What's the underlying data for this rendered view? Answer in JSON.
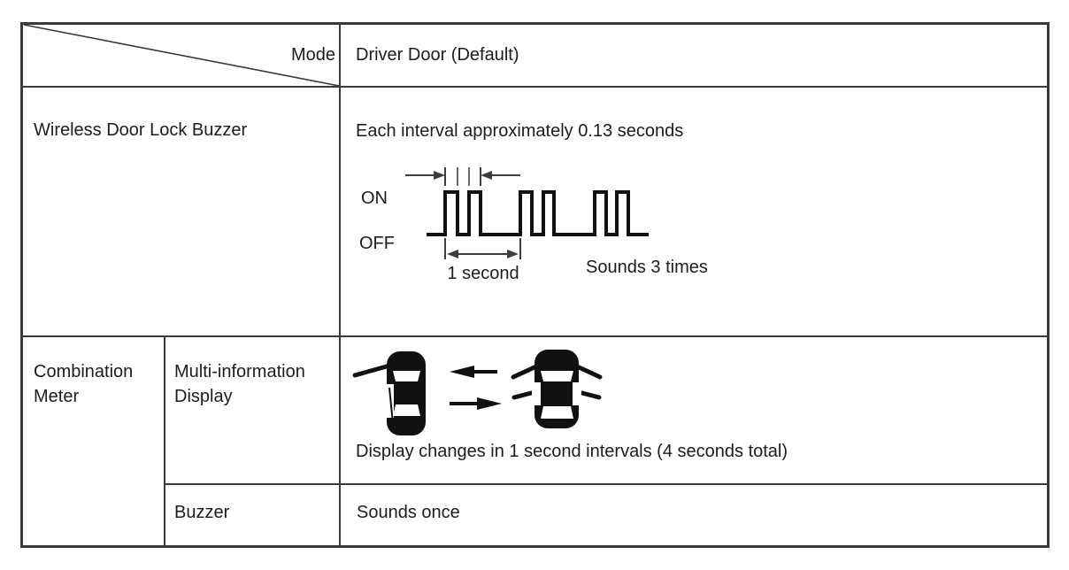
{
  "figure": {
    "header": {
      "mode_label": "Mode",
      "mode_value": "Driver Door (Default)"
    },
    "wireless_buzzer": {
      "row_label": "Wireless Door Lock Buzzer",
      "interval_note": "Each interval approximately 0.13 seconds",
      "on_label": "ON",
      "off_label": "OFF",
      "period_label": "1 second",
      "sounds_label": "Sounds 3 times"
    },
    "combination_meter": {
      "row_label": "Combination Meter",
      "multi_information_display": {
        "label": "Multi-information Display",
        "note": "Display changes in 1 second intervals (4 seconds total)"
      },
      "buzzer": {
        "label": "Buzzer",
        "value": "Sounds once"
      }
    },
    "icons": {
      "left_car": "car-top-view-driver-door-open",
      "swap_arrows": "alternating-display-arrows",
      "right_car": "car-top-view-all-doors-open"
    },
    "colors": {
      "border": "#3a3a3a",
      "text": "#1c1c1c",
      "diagram": "#111111",
      "background": "#ffffff"
    }
  }
}
